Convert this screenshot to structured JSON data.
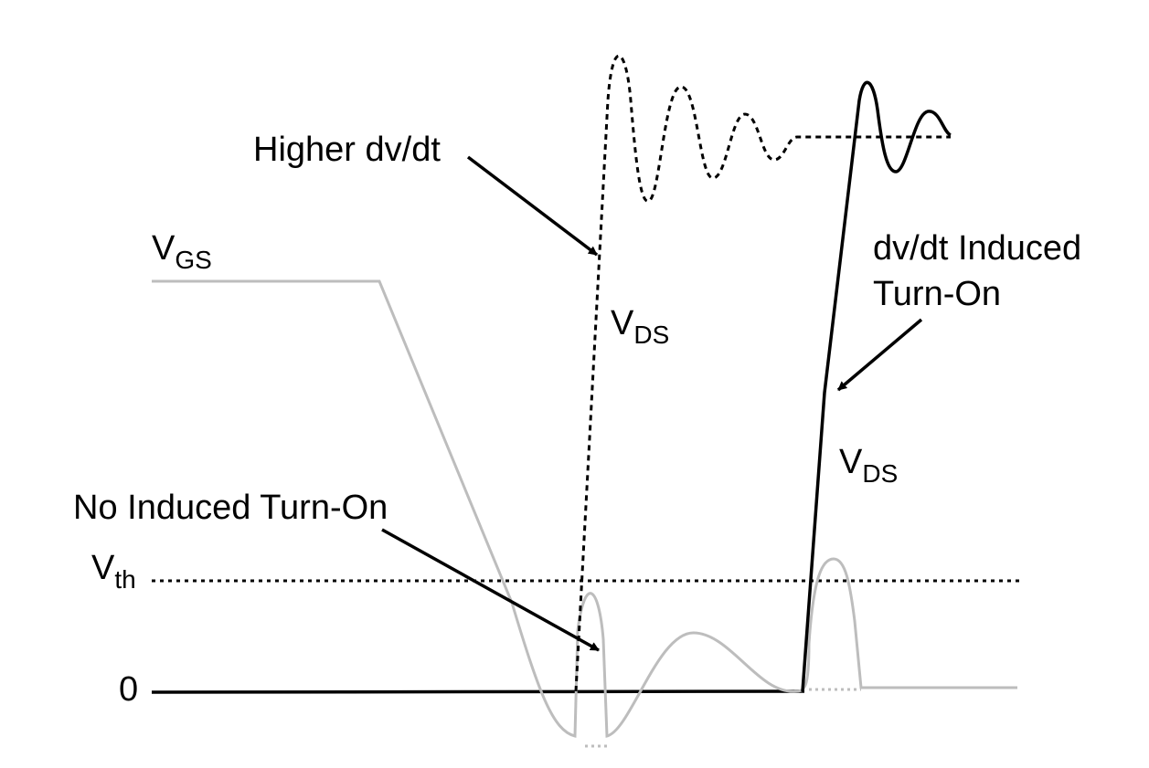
{
  "labels": {
    "higher_dvdt": "Higher dv/dt",
    "vgs_main": "V",
    "vgs_sub": "GS",
    "vds1_main": "V",
    "vds1_sub": "DS",
    "vds2_main": "V",
    "vds2_sub": "DS",
    "induced_line1": "dv/dt Induced",
    "induced_line2": "Turn-On",
    "no_induced": "No Induced Turn-On",
    "vth_main": "V",
    "vth_sub": "th",
    "zero": "0"
  },
  "colors": {
    "black": "#000000",
    "gray": "#bdbdbd",
    "background": "#ffffff"
  }
}
